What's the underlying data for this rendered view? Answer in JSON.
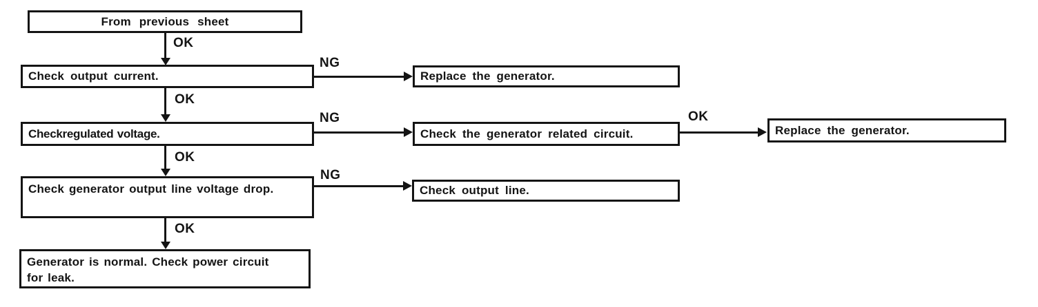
{
  "diagram": {
    "type": "flowchart",
    "background_color": "#ffffff",
    "line_color": "#141414",
    "text_color": "#141414",
    "nodes": {
      "from_previous_sheet": {
        "label": "From previous sheet"
      },
      "check_output_current": {
        "label": "Check output current."
      },
      "check_regulated_voltage": {
        "label": "Checkregulated voltage."
      },
      "check_generator_output_line_voltage_drop": {
        "label": "Check generator output line voltage drop."
      },
      "generator_is_normal": {
        "lines": [
          "Generator is normal. Check power circuit",
          "for leak."
        ]
      },
      "replace_generator_top": {
        "label": "Replace the generator."
      },
      "check_generator_related_circuit": {
        "label": "Check the generator related circuit."
      },
      "check_output_line": {
        "label": "Check output line."
      },
      "replace_generator_right": {
        "label": "Replace the generator."
      }
    },
    "edges": [
      {
        "from": "from_previous_sheet",
        "to": "check_output_current",
        "label": "OK"
      },
      {
        "from": "check_output_current",
        "to": "replace_generator_top",
        "label": "NG"
      },
      {
        "from": "check_output_current",
        "to": "check_regulated_voltage",
        "label": "OK"
      },
      {
        "from": "check_regulated_voltage",
        "to": "check_generator_related_circuit",
        "label": "NG"
      },
      {
        "from": "check_generator_related_circuit",
        "to": "replace_generator_right",
        "label": "OK"
      },
      {
        "from": "check_regulated_voltage",
        "to": "check_generator_output_line_voltage_drop",
        "label": "OK"
      },
      {
        "from": "check_generator_output_line_voltage_drop",
        "to": "check_output_line",
        "label": "NG"
      },
      {
        "from": "check_generator_output_line_voltage_drop",
        "to": "generator_is_normal",
        "label": "OK"
      }
    ]
  }
}
